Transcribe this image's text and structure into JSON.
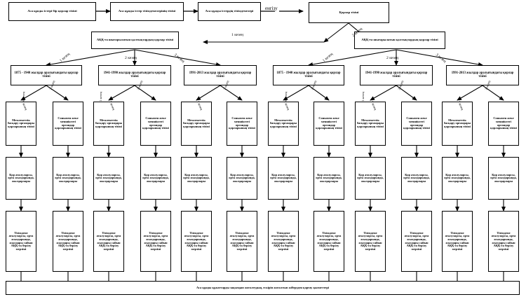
{
  "diagram": {
    "title_bottom": "Аса құнды құжаттарды зақымдап жоғалтудың, ескіріп жоғалтып жіберуден қорғау қызметтері",
    "row1": [
      {
        "id": "r1c1",
        "text": "Аса құнды істері бір қорлар тізімі"
      },
      {
        "id": "r1c2",
        "text": "Аса құнды істер тізімдемелерінің тізімі"
      },
      {
        "id": "r1c3",
        "text": "Аса құнды істердің тізімдемелері"
      },
      {
        "id": "r1c4",
        "text": "Қорлар тізімі"
      }
    ],
    "enter_label": "енгізу",
    "row2": [
      {
        "id": "r2left",
        "text": "АҚҚ-ға шығарылатын қалтықтардың қорлар тізімі"
      },
      {
        "id": "r2right",
        "text": "АҚҚ-ға шығарылатын қалтықтардың қорлар тізімі"
      }
    ],
    "stage_labels": {
      "s1": "1 кезең",
      "s2": "2 кезең",
      "s3": "3 кезең"
    },
    "row3": [
      {
        "id": "y1",
        "text": "1875 - 1940 жылдар аралығындағы қорлар тізімі"
      },
      {
        "id": "y2",
        "text": "1941-1990 жылдар аралығындағы қорлар тізімі"
      },
      {
        "id": "y3",
        "text": "1991-2013 жылдар аралығындағы қорлар тізімі"
      },
      {
        "id": "y4",
        "text": "1875 - 1940 жылдар аралығындағы қорлар тізімі"
      },
      {
        "id": "y5",
        "text": "1941-1990 жылдар аралығындағы қорлар тізімі"
      },
      {
        "id": "y6",
        "text": "1991-2013 жылдар аралығындағы қорлар тізімі"
      }
    ],
    "row4_a": "Мемлекеттік басқару органдары қорларының тізімі",
    "row4_b": "Сонымен жеке меншіктегі органдар қорларының тізімі",
    "row5": "Қор аталуларсы, орта жылдарында, жылдарлары",
    "row6": "Тізімдеме аталуларсы, орта жылдарында, жылдары сайын АҚҚ-ға берілу мерзімі"
  }
}
